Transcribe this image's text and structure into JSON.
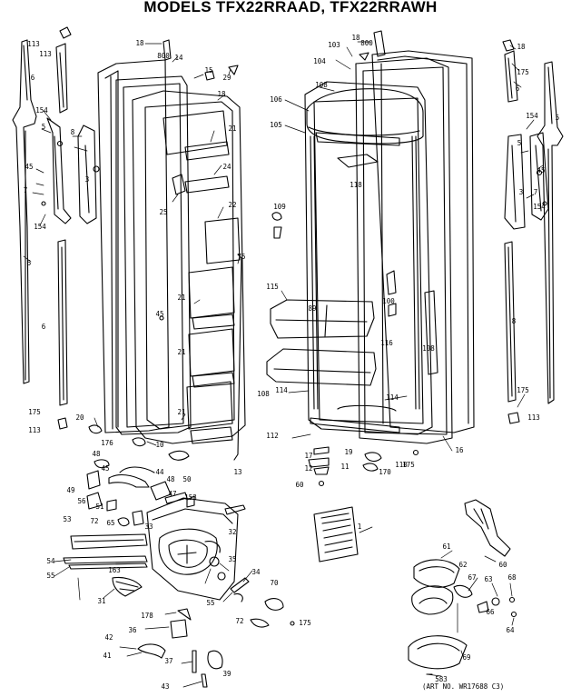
{
  "title": "MODELS TFX22RRAAD, TFX22RRAWH",
  "art_no": "(ART NO. WR17688 C3)",
  "callouts": [
    {
      "id": "c113a",
      "text": "113"
    },
    {
      "id": "c113b",
      "text": "113"
    },
    {
      "id": "c6a",
      "text": "6"
    },
    {
      "id": "c154a",
      "text": "154"
    },
    {
      "id": "c5a",
      "text": "5"
    },
    {
      "id": "c8a",
      "text": "8"
    },
    {
      "id": "c45a",
      "text": "45"
    },
    {
      "id": "c7a",
      "text": "7"
    },
    {
      "id": "c3a",
      "text": "3"
    },
    {
      "id": "c154b",
      "text": "154"
    },
    {
      "id": "c5b",
      "text": "5"
    },
    {
      "id": "c6b",
      "text": "6"
    },
    {
      "id": "c175a",
      "text": "175"
    },
    {
      "id": "c113c",
      "text": "113"
    },
    {
      "id": "c20a",
      "text": "20"
    },
    {
      "id": "c18a",
      "text": "18"
    },
    {
      "id": "c800a",
      "text": "800"
    },
    {
      "id": "c14a",
      "text": "14"
    },
    {
      "id": "c15a",
      "text": "15"
    },
    {
      "id": "c29",
      "text": "29"
    },
    {
      "id": "c18b",
      "text": "18"
    },
    {
      "id": "c21a",
      "text": "21"
    },
    {
      "id": "c24",
      "text": "24"
    },
    {
      "id": "c25",
      "text": "25"
    },
    {
      "id": "c22",
      "text": "22"
    },
    {
      "id": "c75",
      "text": "75"
    },
    {
      "id": "c21b",
      "text": "21"
    },
    {
      "id": "c21c",
      "text": "21"
    },
    {
      "id": "c21d",
      "text": "21"
    },
    {
      "id": "c45b",
      "text": "45"
    },
    {
      "id": "c10",
      "text": "10"
    },
    {
      "id": "c176",
      "text": "176"
    },
    {
      "id": "c13",
      "text": "13"
    },
    {
      "id": "c18c",
      "text": "18"
    },
    {
      "id": "c800b",
      "text": "800"
    },
    {
      "id": "c103",
      "text": "103"
    },
    {
      "id": "c104",
      "text": "104"
    },
    {
      "id": "c106",
      "text": "106"
    },
    {
      "id": "c108a",
      "text": "108"
    },
    {
      "id": "c105",
      "text": "105"
    },
    {
      "id": "c118",
      "text": "118"
    },
    {
      "id": "c109",
      "text": "109"
    },
    {
      "id": "c115",
      "text": "115"
    },
    {
      "id": "c89",
      "text": "89"
    },
    {
      "id": "c100",
      "text": "100"
    },
    {
      "id": "c116",
      "text": "116"
    },
    {
      "id": "c108b",
      "text": "108"
    },
    {
      "id": "c108c",
      "text": "108"
    },
    {
      "id": "c114a",
      "text": "114"
    },
    {
      "id": "c114b",
      "text": "114"
    },
    {
      "id": "c112",
      "text": "112"
    },
    {
      "id": "c17",
      "text": "17"
    },
    {
      "id": "c19",
      "text": "19"
    },
    {
      "id": "c12",
      "text": "12"
    },
    {
      "id": "c11",
      "text": "11"
    },
    {
      "id": "c60a",
      "text": "60"
    },
    {
      "id": "c170",
      "text": "170"
    },
    {
      "id": "c110",
      "text": "110"
    },
    {
      "id": "c175b",
      "text": "175"
    },
    {
      "id": "c16",
      "text": "16"
    },
    {
      "id": "c18d",
      "text": "18"
    },
    {
      "id": "c175c",
      "text": "175"
    },
    {
      "id": "c6c",
      "text": "6"
    },
    {
      "id": "c154c",
      "text": "154"
    },
    {
      "id": "c5c",
      "text": "5"
    },
    {
      "id": "c45c",
      "text": "45"
    },
    {
      "id": "c3b",
      "text": "3"
    },
    {
      "id": "c7b",
      "text": "7"
    },
    {
      "id": "c154d",
      "text": "154"
    },
    {
      "id": "c5d",
      "text": "5"
    },
    {
      "id": "c8b",
      "text": "8"
    },
    {
      "id": "c175d",
      "text": "175"
    },
    {
      "id": "c113d",
      "text": "113"
    },
    {
      "id": "c48a",
      "text": "48"
    },
    {
      "id": "c45d",
      "text": "45"
    },
    {
      "id": "c44",
      "text": "44"
    },
    {
      "id": "c48b",
      "text": "48"
    },
    {
      "id": "c49",
      "text": "49"
    },
    {
      "id": "c50",
      "text": "50"
    },
    {
      "id": "c47",
      "text": "47"
    },
    {
      "id": "c153",
      "text": "153"
    },
    {
      "id": "c56",
      "text": "56"
    },
    {
      "id": "c51",
      "text": "51"
    },
    {
      "id": "c72a",
      "text": "72"
    },
    {
      "id": "c65",
      "text": "65"
    },
    {
      "id": "c53",
      "text": "53"
    },
    {
      "id": "c33",
      "text": "33"
    },
    {
      "id": "c32",
      "text": "32"
    },
    {
      "id": "c54",
      "text": "54"
    },
    {
      "id": "c55a",
      "text": "55"
    },
    {
      "id": "c163",
      "text": "163"
    },
    {
      "id": "c35",
      "text": "35"
    },
    {
      "id": "c34",
      "text": "34"
    },
    {
      "id": "c31",
      "text": "31"
    },
    {
      "id": "c55b",
      "text": "55"
    },
    {
      "id": "c70",
      "text": "70"
    },
    {
      "id": "c178",
      "text": "178"
    },
    {
      "id": "c36",
      "text": "36"
    },
    {
      "id": "c42",
      "text": "42"
    },
    {
      "id": "c41",
      "text": "41"
    },
    {
      "id": "c37",
      "text": "37"
    },
    {
      "id": "c39",
      "text": "39"
    },
    {
      "id": "c43",
      "text": "43"
    },
    {
      "id": "c72b",
      "text": "72"
    },
    {
      "id": "c175e",
      "text": "175"
    },
    {
      "id": "c1",
      "text": "1"
    },
    {
      "id": "c60b",
      "text": "60"
    },
    {
      "id": "c61",
      "text": "61"
    },
    {
      "id": "c62",
      "text": "62"
    },
    {
      "id": "c67",
      "text": "67"
    },
    {
      "id": "c63",
      "text": "63"
    },
    {
      "id": "c68",
      "text": "68"
    },
    {
      "id": "c66",
      "text": "66"
    },
    {
      "id": "c64",
      "text": "64"
    },
    {
      "id": "c69",
      "text": "69"
    },
    {
      "id": "c583",
      "text": "583"
    }
  ]
}
